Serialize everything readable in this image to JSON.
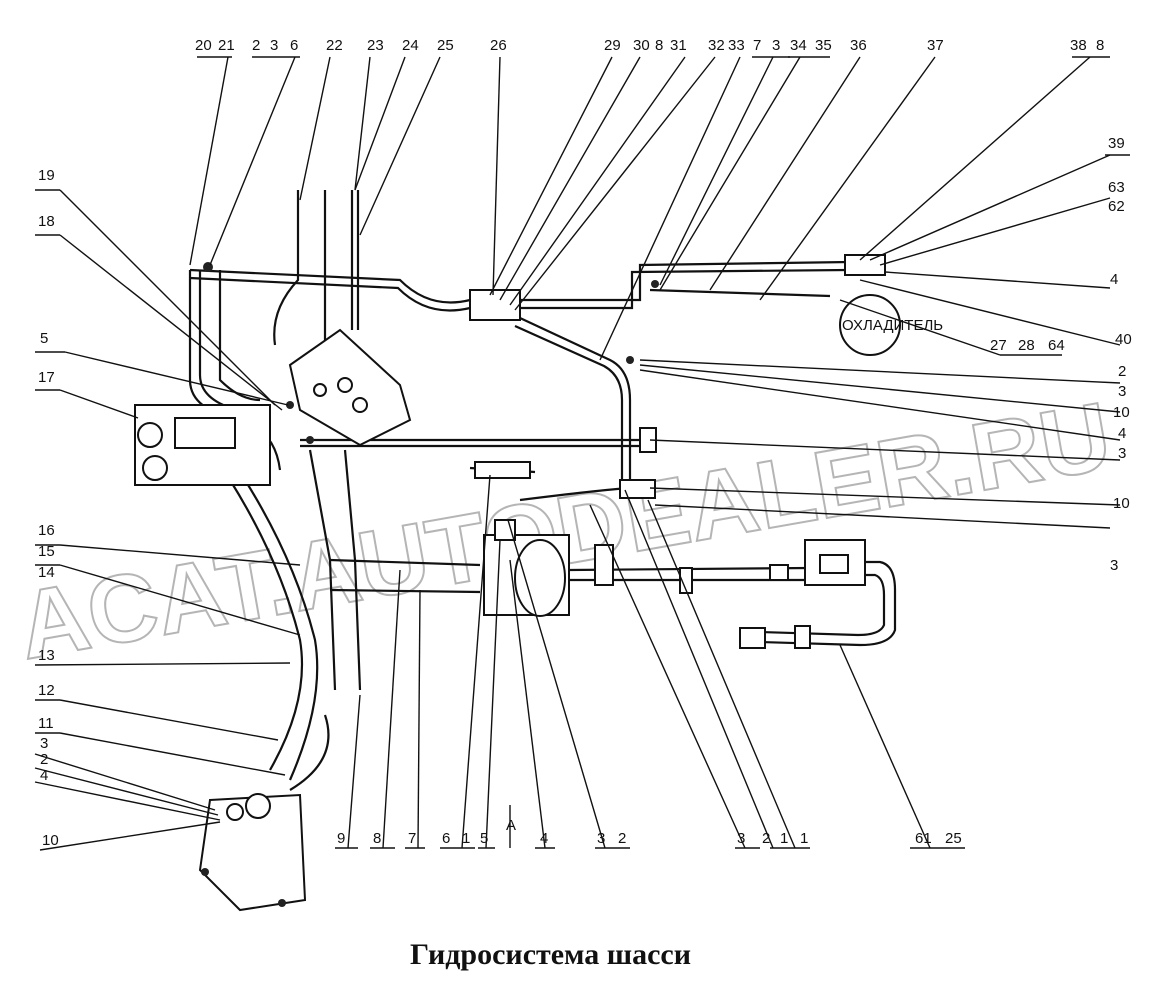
{
  "title": "Гидросистема шасси",
  "watermark": "ACAT.AUTODEALER.RU",
  "cooler_label": "ОХЛАДИТЕЛЬ",
  "view_marker": "A",
  "labels_top": [
    "20",
    "21",
    "2",
    "3",
    "6",
    "22",
    "23",
    "24",
    "25",
    "26",
    "29",
    "30",
    "8",
    "31",
    "32",
    "33",
    "7",
    "3",
    "34",
    "35",
    "36",
    "37",
    "38",
    "8"
  ],
  "labels_right": [
    "39",
    "63",
    "62",
    "4",
    "40",
    "27",
    "28",
    "64",
    "2",
    "3",
    "10",
    "4",
    "3",
    "10",
    "3"
  ],
  "labels_left": [
    "19",
    "18",
    "5",
    "17",
    "16",
    "15",
    "14",
    "13",
    "12",
    "11",
    "3",
    "2",
    "4",
    "10"
  ],
  "labels_bottom": [
    "9",
    "8",
    "7",
    "6",
    "1",
    "5",
    "4",
    "3",
    "2",
    "3",
    "2",
    "1",
    "1",
    "61",
    "25"
  ]
}
